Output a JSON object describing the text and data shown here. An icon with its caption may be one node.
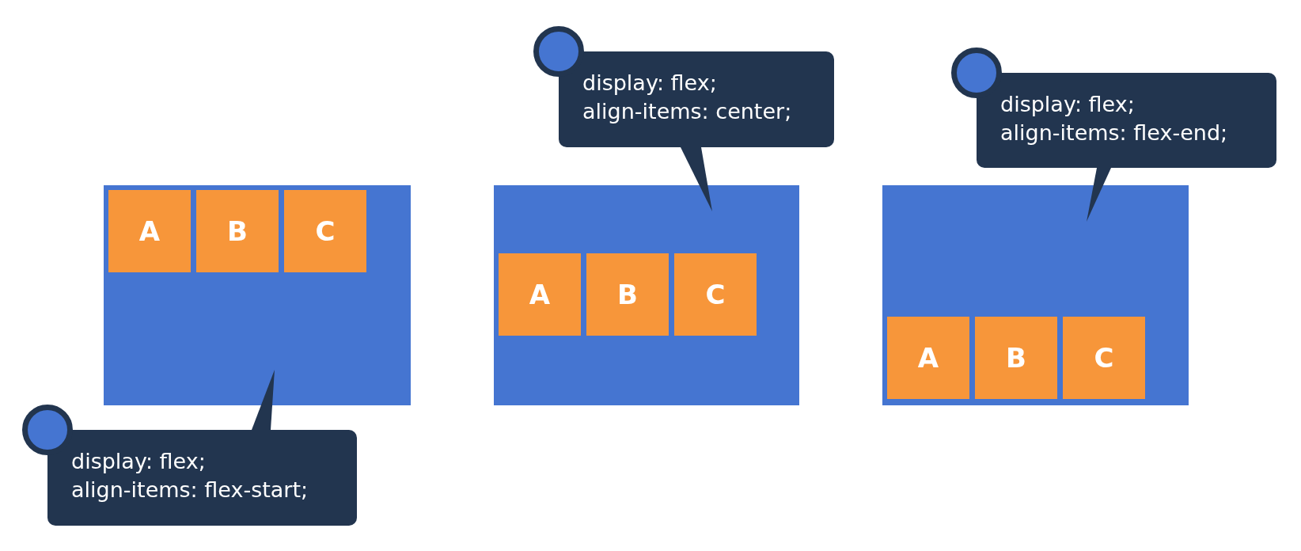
{
  "diagram": {
    "nodes": [
      {
        "text": [],
        "shape": "box"
      },
      {
        "text": [
          "A"
        ],
        "in": 0
      },
      {
        "text": [
          "B"
        ],
        "in": 0
      },
      {
        "text": [
          "C"
        ],
        "in": 0
      },
      {
        "text": [
          "display: flex;",
          "align-items: flex-start;"
        ]
      },
      {
        "text": [],
        "shape": "box"
      },
      {
        "text": [
          "A"
        ],
        "in": 5
      },
      {
        "text": [
          "B"
        ],
        "in": 5
      },
      {
        "text": [
          "C"
        ],
        "in": 5
      },
      {
        "text": [
          "display: flex;",
          "align-items: center;"
        ]
      },
      {
        "text": [],
        "shape": "box"
      },
      {
        "text": [
          "A"
        ],
        "in": 10
      },
      {
        "text": [
          "B"
        ],
        "in": 10
      },
      {
        "text": [
          "C"
        ],
        "in": 10
      },
      {
        "text": [
          "display: flex;",
          "align-items: flex-end;"
        ]
      }
    ],
    "edges": [
      {
        "from": 4,
        "to": 0,
        "arrow": "none"
      },
      {
        "from": 9,
        "to": 5,
        "arrow": "none"
      },
      {
        "from": 14,
        "to": 10,
        "arrow": "none"
      }
    ]
  }
}
